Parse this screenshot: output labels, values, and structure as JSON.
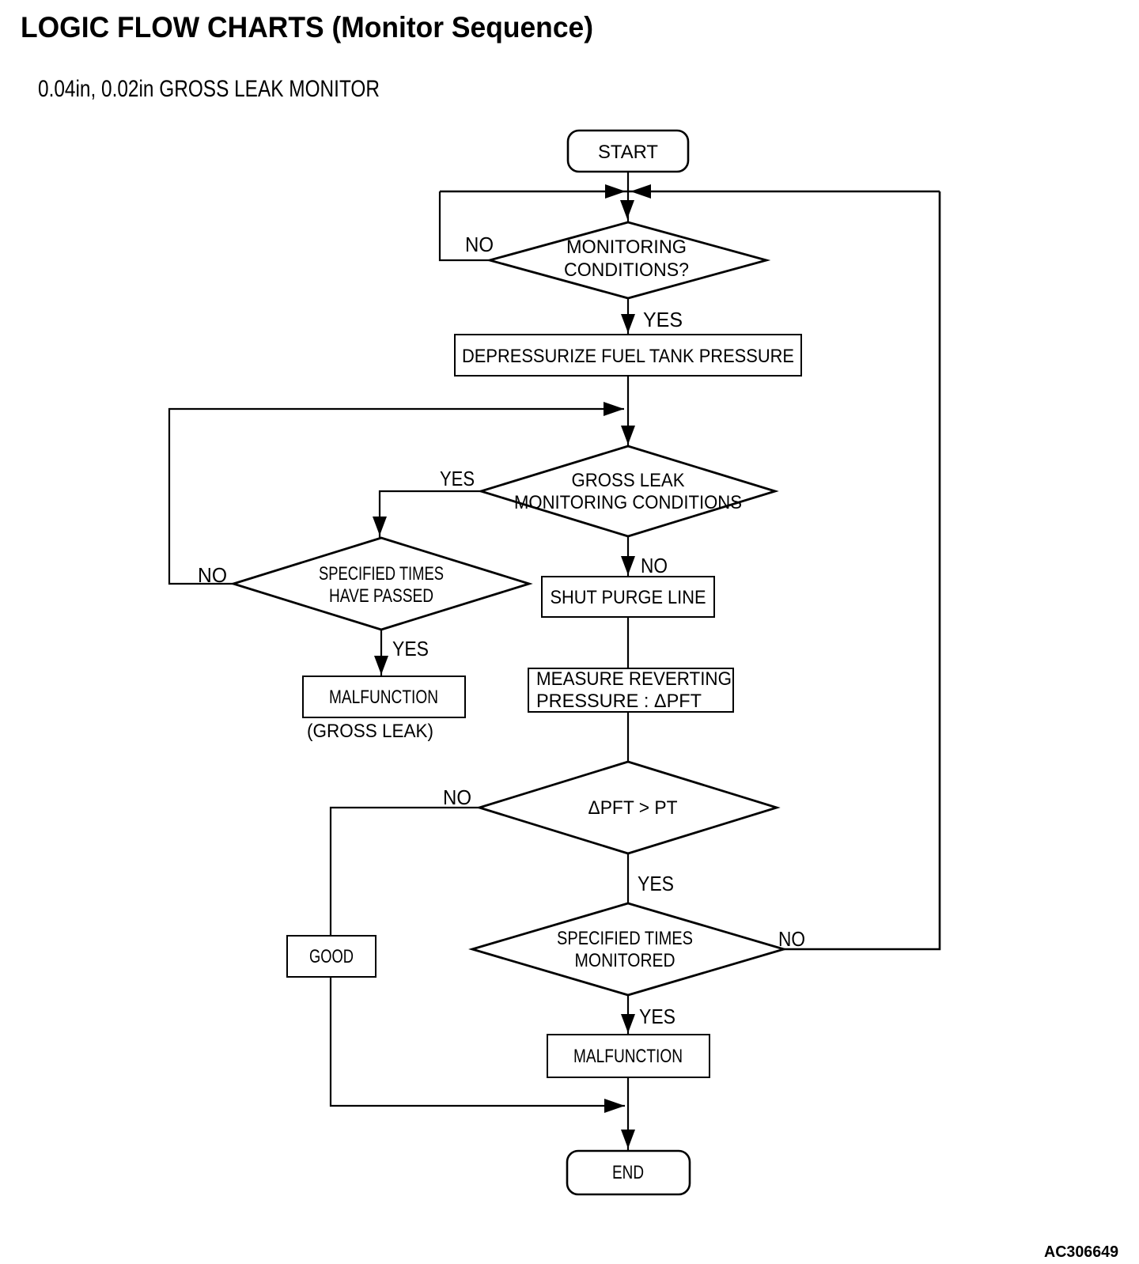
{
  "header": {
    "title": "LOGIC FLOW CHARTS (Monitor Sequence)",
    "subtitle": "0.04in, 0.02in GROSS LEAK MONITOR"
  },
  "footer": {
    "figure_code": "AC306649"
  },
  "colors": {
    "line": "#000000",
    "background": "#ffffff",
    "text": "#000000"
  },
  "flowchart": {
    "nodes": {
      "start": {
        "label": "START"
      },
      "monitoring_conditions": {
        "line1": "MONITORING",
        "line2": "CONDITIONS?"
      },
      "depressurize": {
        "label": "DEPRESSURIZE FUEL TANK PRESSURE"
      },
      "gross_leak_conditions": {
        "line1": "GROSS LEAK",
        "line2": "MONITORING CONDITIONS"
      },
      "specified_times_passed": {
        "line1": "SPECIFIED TIMES",
        "line2": "HAVE PASSED"
      },
      "malfunction_gross_leak": {
        "label": "MALFUNCTION",
        "note": "(GROSS LEAK)"
      },
      "shut_purge_line": {
        "label": "SHUT PURGE LINE"
      },
      "measure_reverting": {
        "line1": "MEASURE REVERTING",
        "line2": "PRESSURE : ΔPFT"
      },
      "dpft_gt_pt": {
        "label": "ΔPFT > PT"
      },
      "specified_times_monitored": {
        "line1": "SPECIFIED TIMES",
        "line2": "MONITORED"
      },
      "good": {
        "label": "GOOD"
      },
      "malfunction": {
        "label": "MALFUNCTION"
      },
      "end": {
        "label": "END"
      }
    },
    "branch_labels": {
      "monitoring_no": "NO",
      "monitoring_yes": "YES",
      "gross_leak_yes": "YES",
      "gross_leak_no": "NO",
      "times_passed_no": "NO",
      "times_passed_yes": "YES",
      "dpft_no": "NO",
      "dpft_yes": "YES",
      "monitored_no": "NO",
      "monitored_yes": "YES"
    }
  }
}
